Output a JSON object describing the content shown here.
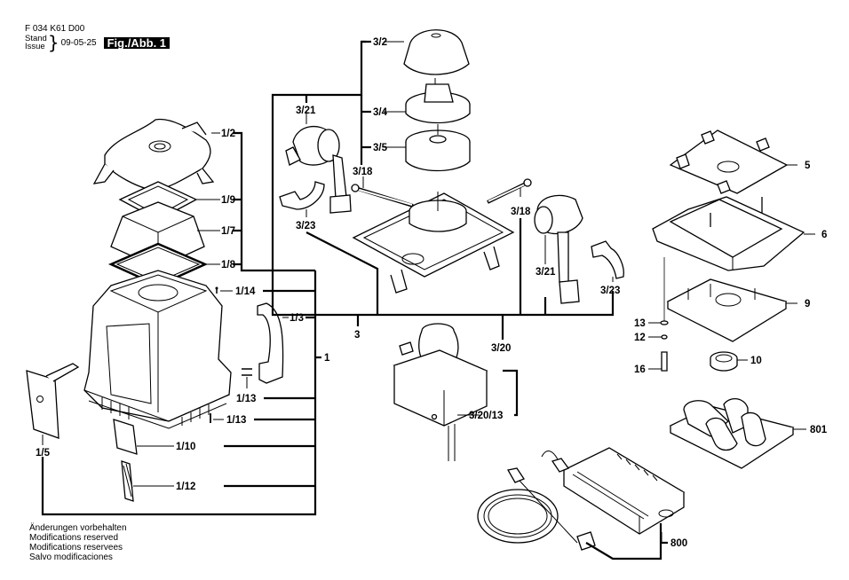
{
  "header": {
    "doc_code": "F 034 K61 D00",
    "stand": "Stand",
    "issue": "Issue",
    "date": "09-05-25",
    "figure": "Fig./Abb. 1"
  },
  "footer": {
    "lines": [
      "Änderungen vorbehalten",
      "Modifications reserved",
      "Modifications reservees",
      "Salvo modificaciones"
    ]
  },
  "parts": {
    "p1": "1",
    "p1_2": "1/2",
    "p1_3": "1/3",
    "p1_5": "1/5",
    "p1_7": "1/7",
    "p1_8": "1/8",
    "p1_9": "1/9",
    "p1_10": "1/10",
    "p1_12": "1/12",
    "p1_13a": "1/13",
    "p1_13b": "1/13",
    "p1_14": "1/14",
    "p3": "3",
    "p3_2": "3/2",
    "p3_4": "3/4",
    "p3_5": "3/5",
    "p3_18a": "3/18",
    "p3_18b": "3/18",
    "p3_20": "3/20",
    "p3_20_13": "3/20/13",
    "p3_21a": "3/21",
    "p3_21b": "3/21",
    "p3_23a": "3/23",
    "p3_23b": "3/23",
    "p5": "5",
    "p6": "6",
    "p9": "9",
    "p10": "10",
    "p12": "12",
    "p13": "13",
    "p16": "16",
    "p800": "800",
    "p801": "801"
  }
}
